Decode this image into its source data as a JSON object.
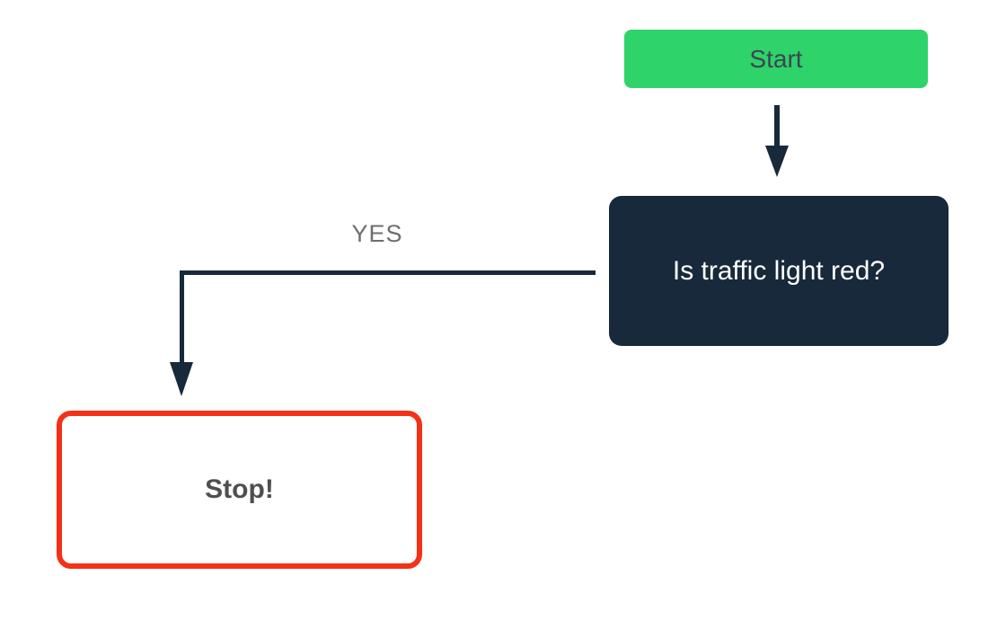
{
  "diagram": {
    "type": "flowchart",
    "background_color": "#ffffff",
    "connector_color": "#17293a",
    "nodes": {
      "start": {
        "label": "Start",
        "shape": "rounded-rectangle",
        "fill_color": "#2ed36a",
        "text_color": "#3a4750"
      },
      "decision": {
        "label": "Is traffic light red?",
        "shape": "rounded-rectangle",
        "fill_color": "#17293a",
        "text_color": "#ffffff"
      },
      "stop": {
        "label": "Stop!",
        "shape": "rounded-rectangle",
        "fill_color": "#ffffff",
        "border_color": "#f43117",
        "text_color": "#4f4f4f"
      }
    },
    "edges": {
      "start_to_decision": {
        "from": "start",
        "to": "decision",
        "label": ""
      },
      "decision_to_stop": {
        "from": "decision",
        "to": "stop",
        "label": "YES",
        "label_color": "#6e6e6e"
      }
    }
  }
}
